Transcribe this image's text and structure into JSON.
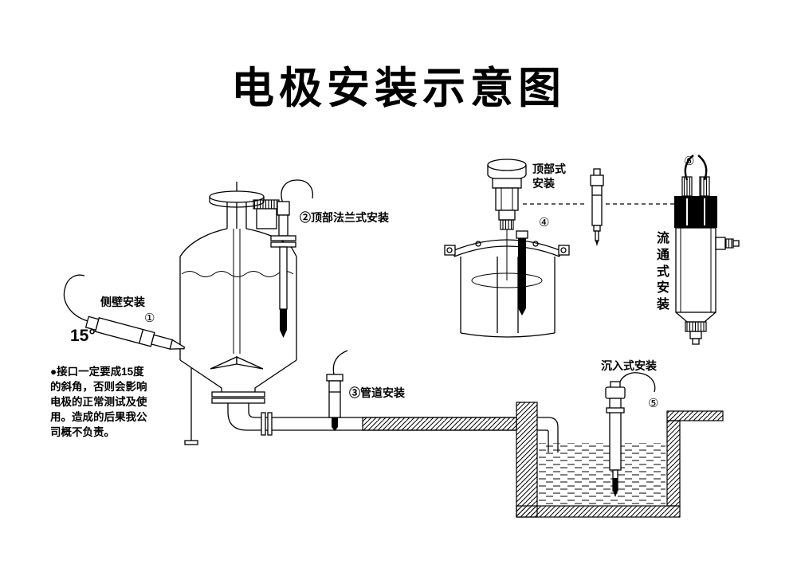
{
  "title": "电极安装示意图",
  "labels": {
    "side_wall": "侧壁安装",
    "side_wall_num": "①",
    "angle": "15°",
    "top_flange": "②顶部法兰式安装",
    "pipeline": "③管道安装",
    "top_type": "顶部式安装",
    "top_type_num": "④",
    "immersion": "沉入式安装",
    "immersion_num": "⑤",
    "flow_through": "流通式安装",
    "flow_through_num": "⑥"
  },
  "warning": {
    "lines": [
      "●接口一定要成15度",
      "的斜角，否则会影响",
      "电极的正常测试及使",
      "用。造成的后果我公",
      "司概不负责。"
    ]
  },
  "colors": {
    "ink": "#000000",
    "background": "#ffffff"
  }
}
